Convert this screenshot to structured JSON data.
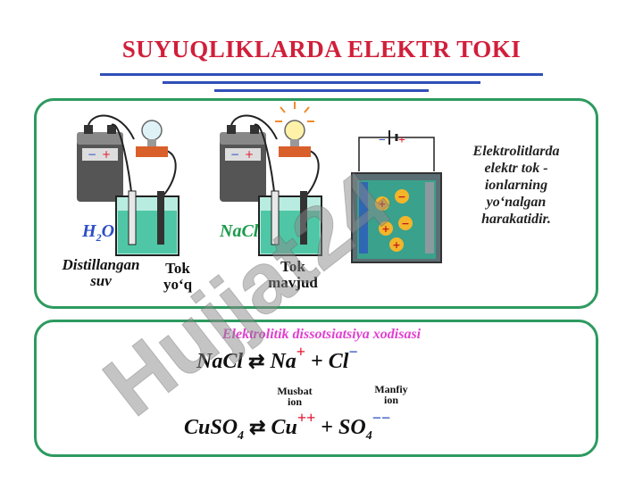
{
  "title": "SUYUQLIKLARDA ELEKTR TOKI",
  "top_panel": {
    "water_label": "H",
    "water_sub": "2",
    "water_tail": "O",
    "nacl_label": "NaCl",
    "distilled_line1": "Distillangan",
    "distilled_line2": "suv",
    "no_current_line1": "Tok",
    "no_current_line2": "yo‘q",
    "current_line1": "Tok",
    "current_line2": "mavjud",
    "description": [
      "Elektrolitlarda",
      "elektr tok -",
      "ionlarning",
      "yo‘nalgan",
      "harakatidir."
    ],
    "cell_plus": "+",
    "cell_minus": "−"
  },
  "bottom_panel": {
    "heading": "Elektrolitik dissotsiatsiya xodisasi",
    "eq1": {
      "left": "NaCl",
      "cation": "Na",
      "cation_charge": "+",
      "plus": "+",
      "anion": "Cl",
      "anion_charge": "−"
    },
    "positive_ion_line1": "Musbat",
    "positive_ion_line2": "ion",
    "negative_ion_line1": "Manfiy",
    "negative_ion_line2": "ion",
    "eq2": {
      "left": "CuSO",
      "left_sub": "4",
      "cation": "Cu",
      "cation_charge": "++",
      "plus": "+",
      "anion": "SO",
      "anion_sub": "4",
      "anion_charge": "−−"
    }
  },
  "watermark": "Hujjat24",
  "colors": {
    "title": "#d11f3a",
    "panel_border": "#2d9a5f",
    "underline": "#2f4fb8",
    "heading": "#e040d0",
    "positive": "#e3162e",
    "negative": "#2b4ec4",
    "electrolyte": "#4fc7a6"
  }
}
